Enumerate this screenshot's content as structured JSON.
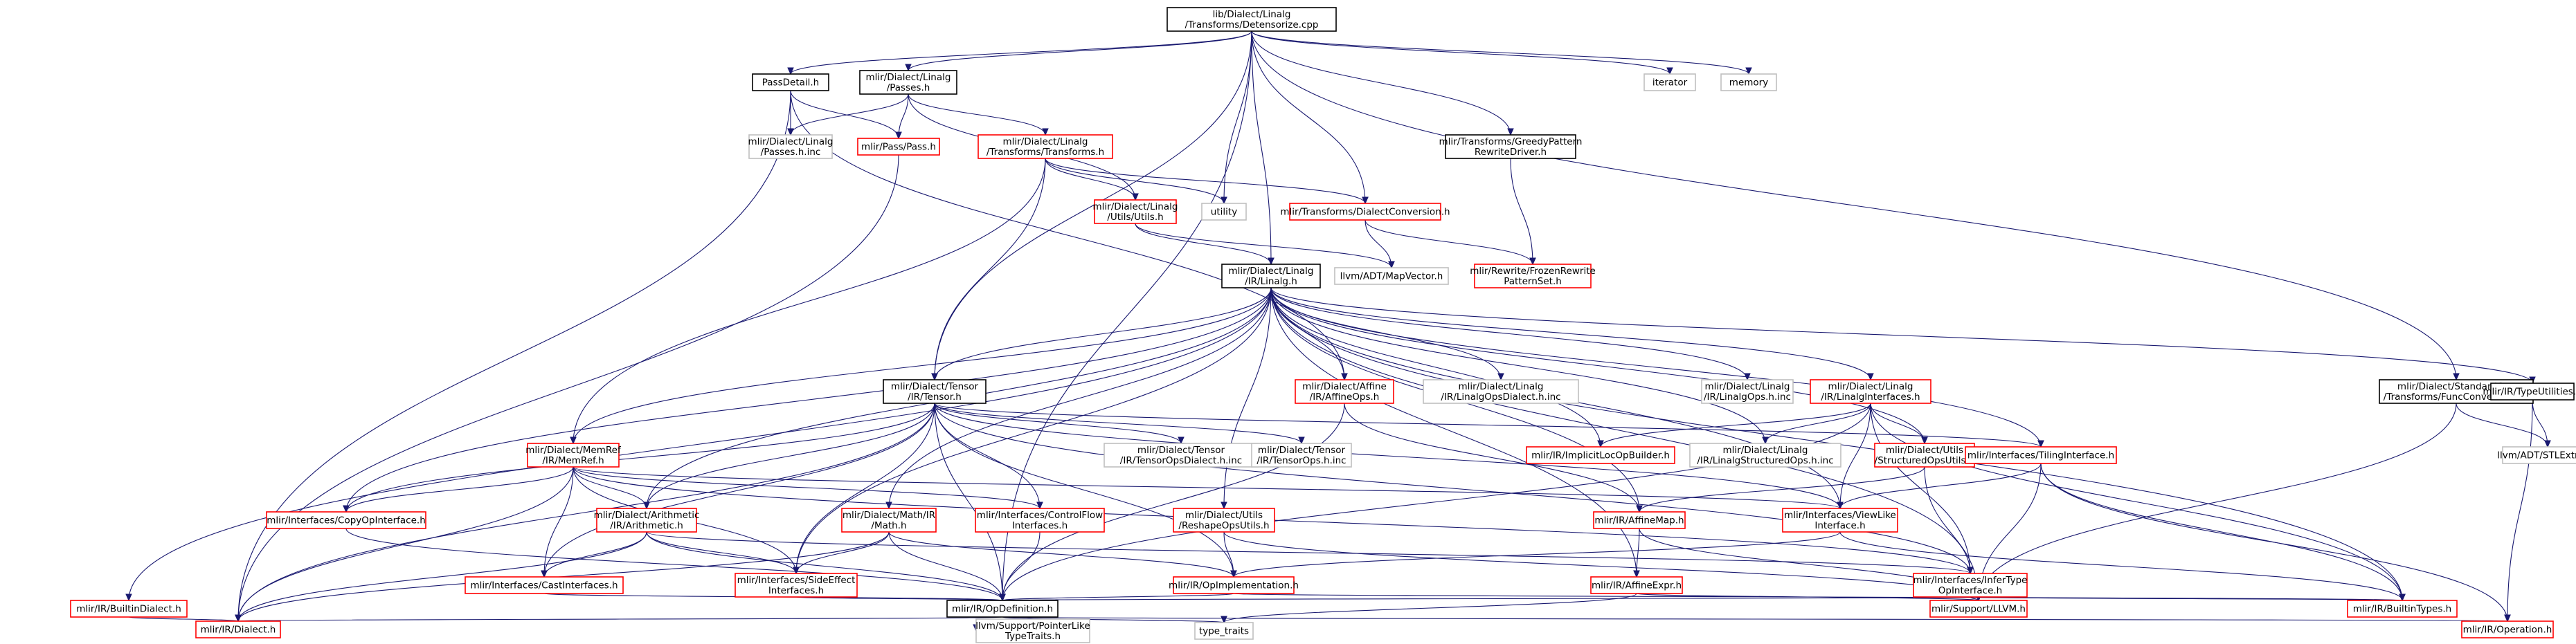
{
  "colors": {
    "root_fill": "#bfbfbf",
    "edge": "#191970",
    "documented_border": "#000000",
    "incomplete_border": "#ff0000",
    "external_border": "#bfbfbf"
  },
  "nodes": {
    "root": {
      "lines": [
        "lib/Dialect/Linalg",
        "/Transforms/Detensorize.cpp"
      ],
      "kind": "root"
    },
    "passdetail": {
      "lines": [
        "PassDetail.h"
      ],
      "kind": "documented"
    },
    "linalg_passes": {
      "lines": [
        "mlir/Dialect/Linalg",
        "/Passes.h"
      ],
      "kind": "documented"
    },
    "iterator": {
      "lines": [
        "iterator"
      ],
      "kind": "external"
    },
    "memory": {
      "lines": [
        "memory"
      ],
      "kind": "external"
    },
    "passes_inc": {
      "lines": [
        "mlir/Dialect/Linalg",
        "/Passes.h.inc"
      ],
      "kind": "external"
    },
    "pass_h": {
      "lines": [
        "mlir/Pass/Pass.h"
      ],
      "kind": "incomplete"
    },
    "linalg_transforms": {
      "lines": [
        "mlir/Dialect/Linalg",
        "/Transforms/Transforms.h"
      ],
      "kind": "incomplete"
    },
    "greedy": {
      "lines": [
        "mlir/Transforms/GreedyPattern",
        "RewriteDriver.h"
      ],
      "kind": "documented"
    },
    "utility": {
      "lines": [
        "utility"
      ],
      "kind": "external"
    },
    "linalg_utils": {
      "lines": [
        "mlir/Dialect/Linalg",
        "/Utils/Utils.h"
      ],
      "kind": "incomplete"
    },
    "dialect_conversion": {
      "lines": [
        "mlir/Transforms/DialectConversion.h"
      ],
      "kind": "incomplete"
    },
    "frozen": {
      "lines": [
        "mlir/Rewrite/FrozenRewrite",
        "PatternSet.h"
      ],
      "kind": "incomplete"
    },
    "mapvector": {
      "lines": [
        "llvm/ADT/MapVector.h"
      ],
      "kind": "external"
    },
    "linalg_ir": {
      "lines": [
        "mlir/Dialect/Linalg",
        "/IR/Linalg.h"
      ],
      "kind": "documented"
    },
    "tensor": {
      "lines": [
        "mlir/Dialect/Tensor",
        "/IR/Tensor.h"
      ],
      "kind": "documented"
    },
    "affineops": {
      "lines": [
        "mlir/Dialect/Affine",
        "/IR/AffineOps.h"
      ],
      "kind": "incomplete"
    },
    "linalgopsdialect_inc": {
      "lines": [
        "mlir/Dialect/Linalg",
        "/IR/LinalgOpsDialect.h.inc"
      ],
      "kind": "external"
    },
    "linalgops_inc": {
      "lines": [
        "mlir/Dialect/Linalg",
        "/IR/LinalgOps.h.inc"
      ],
      "kind": "external"
    },
    "linalginterfaces": {
      "lines": [
        "mlir/Dialect/Linalg",
        "/IR/LinalgInterfaces.h"
      ],
      "kind": "incomplete"
    },
    "funcconversions": {
      "lines": [
        "mlir/Dialect/StandardOps",
        "/Transforms/FuncConversions.h"
      ],
      "kind": "documented"
    },
    "typeutilities": {
      "lines": [
        "mlir/IR/TypeUtilities.h"
      ],
      "kind": "documented"
    },
    "memref": {
      "lines": [
        "mlir/Dialect/MemRef",
        "/IR/MemRef.h"
      ],
      "kind": "incomplete"
    },
    "tensoropsdialect_inc": {
      "lines": [
        "mlir/Dialect/Tensor",
        "/IR/TensorOpsDialect.h.inc"
      ],
      "kind": "external"
    },
    "tensorops_inc": {
      "lines": [
        "mlir/Dialect/Tensor",
        "/IR/TensorOps.h.inc"
      ],
      "kind": "external"
    },
    "implicitloc": {
      "lines": [
        "mlir/IR/ImplicitLocOpBuilder.h"
      ],
      "kind": "incomplete"
    },
    "linalgstructured_inc": {
      "lines": [
        "mlir/Dialect/Linalg",
        "/IR/LinalgStructuredOps.h.inc"
      ],
      "kind": "external"
    },
    "structuredopsutils": {
      "lines": [
        "mlir/Dialect/Utils",
        "/StructuredOpsUtils.h"
      ],
      "kind": "incomplete"
    },
    "tilinginterface": {
      "lines": [
        "mlir/Interfaces/TilingInterface.h"
      ],
      "kind": "incomplete"
    },
    "stlextras": {
      "lines": [
        "llvm/ADT/STLExtras.h"
      ],
      "kind": "external"
    },
    "copyop": {
      "lines": [
        "mlir/Interfaces/CopyOpInterface.h"
      ],
      "kind": "incomplete"
    },
    "arithmetic": {
      "lines": [
        "mlir/Dialect/Arithmetic",
        "/IR/Arithmetic.h"
      ],
      "kind": "incomplete"
    },
    "math": {
      "lines": [
        "mlir/Dialect/Math/IR",
        "/Math.h"
      ],
      "kind": "incomplete"
    },
    "controlflow": {
      "lines": [
        "mlir/Interfaces/ControlFlow",
        "Interfaces.h"
      ],
      "kind": "incomplete"
    },
    "reshapeops": {
      "lines": [
        "mlir/Dialect/Utils",
        "/ReshapeOpsUtils.h"
      ],
      "kind": "incomplete"
    },
    "affinemap": {
      "lines": [
        "mlir/IR/AffineMap.h"
      ],
      "kind": "incomplete"
    },
    "viewlike": {
      "lines": [
        "mlir/Interfaces/ViewLike",
        "Interface.h"
      ],
      "kind": "incomplete"
    },
    "castinterfaces": {
      "lines": [
        "mlir/Interfaces/CastInterfaces.h"
      ],
      "kind": "incomplete"
    },
    "sideeffect": {
      "lines": [
        "mlir/Interfaces/SideEffect",
        "Interfaces.h"
      ],
      "kind": "incomplete"
    },
    "opimpl": {
      "lines": [
        "mlir/IR/OpImplementation.h"
      ],
      "kind": "incomplete"
    },
    "affineexpr": {
      "lines": [
        "mlir/IR/AffineExpr.h"
      ],
      "kind": "incomplete"
    },
    "infertype": {
      "lines": [
        "mlir/Interfaces/InferType",
        "OpInterface.h"
      ],
      "kind": "incomplete"
    },
    "builtindialect": {
      "lines": [
        "mlir/IR/BuiltinDialect.h"
      ],
      "kind": "incomplete"
    },
    "opdefinition": {
      "lines": [
        "mlir/IR/OpDefinition.h"
      ],
      "kind": "documented"
    },
    "supportllvm": {
      "lines": [
        "mlir/Support/LLVM.h"
      ],
      "kind": "incomplete"
    },
    "builtintypes": {
      "lines": [
        "mlir/IR/BuiltinTypes.h"
      ],
      "kind": "incomplete"
    },
    "dialect": {
      "lines": [
        "mlir/IR/Dialect.h"
      ],
      "kind": "incomplete"
    },
    "pointerlike": {
      "lines": [
        "llvm/Support/PointerLike",
        "TypeTraits.h"
      ],
      "kind": "external"
    },
    "type_traits": {
      "lines": [
        "type_traits"
      ],
      "kind": "external"
    },
    "operation": {
      "lines": [
        "mlir/IR/Operation.h"
      ],
      "kind": "incomplete"
    }
  },
  "edges": [
    [
      "root",
      "passdetail"
    ],
    [
      "root",
      "linalg_passes"
    ],
    [
      "root",
      "iterator"
    ],
    [
      "root",
      "memory"
    ],
    [
      "root",
      "greedy"
    ],
    [
      "root",
      "utility"
    ],
    [
      "root",
      "linalg_ir"
    ],
    [
      "root",
      "tensor"
    ],
    [
      "root",
      "dialect_conversion"
    ],
    [
      "root",
      "funcconversions"
    ],
    [
      "root",
      "opdefinition"
    ],
    [
      "passdetail",
      "passes_inc"
    ],
    [
      "passdetail",
      "pass_h"
    ],
    [
      "passdetail",
      "affineops"
    ],
    [
      "passdetail",
      "dialect"
    ],
    [
      "linalg_passes",
      "passes_inc"
    ],
    [
      "linalg_passes",
      "pass_h"
    ],
    [
      "linalg_passes",
      "linalg_transforms"
    ],
    [
      "linalg_passes",
      "linalg_utils"
    ],
    [
      "pass_h",
      "dialect"
    ],
    [
      "linalg_transforms",
      "linalg_utils"
    ],
    [
      "linalg_transforms",
      "utility"
    ],
    [
      "linalg_transforms",
      "dialect_conversion"
    ],
    [
      "linalg_transforms",
      "tensor"
    ],
    [
      "linalg_transforms",
      "memref"
    ],
    [
      "greedy",
      "frozen"
    ],
    [
      "dialect_conversion",
      "frozen"
    ],
    [
      "dialect_conversion",
      "mapvector"
    ],
    [
      "linalg_utils",
      "linalg_ir"
    ],
    [
      "linalg_utils",
      "mapvector"
    ],
    [
      "linalg_ir",
      "tensor"
    ],
    [
      "linalg_ir",
      "affineops"
    ],
    [
      "linalg_ir",
      "linalgopsdialect_inc"
    ],
    [
      "linalg_ir",
      "linalgops_inc"
    ],
    [
      "linalg_ir",
      "linalginterfaces"
    ],
    [
      "linalg_ir",
      "typeutilities"
    ],
    [
      "linalg_ir",
      "memref"
    ],
    [
      "linalg_ir",
      "implicitloc"
    ],
    [
      "linalg_ir",
      "linalgstructured_inc"
    ],
    [
      "linalg_ir",
      "structuredopsutils"
    ],
    [
      "linalg_ir",
      "tilinginterface"
    ],
    [
      "linalg_ir",
      "copyop"
    ],
    [
      "linalg_ir",
      "arithmetic"
    ],
    [
      "linalg_ir",
      "math"
    ],
    [
      "linalg_ir",
      "reshapeops"
    ],
    [
      "linalg_ir",
      "viewlike"
    ],
    [
      "linalg_ir",
      "sideeffect"
    ],
    [
      "linalg_ir",
      "affineexpr"
    ],
    [
      "linalg_ir",
      "infertype"
    ],
    [
      "linalg_ir",
      "builtindialect"
    ],
    [
      "linalg_ir",
      "builtintypes"
    ],
    [
      "linalg_ir",
      "affinemap"
    ],
    [
      "tensor",
      "tensoropsdialect_inc"
    ],
    [
      "tensor",
      "tensorops_inc"
    ],
    [
      "tensor",
      "arithmetic"
    ],
    [
      "tensor",
      "controlflow"
    ],
    [
      "tensor",
      "castinterfaces"
    ],
    [
      "tensor",
      "sideeffect"
    ],
    [
      "tensor",
      "infertype"
    ],
    [
      "tensor",
      "tilinginterface"
    ],
    [
      "tensor",
      "opdefinition"
    ],
    [
      "tensor",
      "dialect"
    ],
    [
      "tensor",
      "opimpl"
    ],
    [
      "tensor",
      "viewlike"
    ],
    [
      "tensor",
      "copyop"
    ],
    [
      "affineops",
      "affinemap"
    ],
    [
      "affineops",
      "opdefinition"
    ],
    [
      "linalginterfaces",
      "implicitloc"
    ],
    [
      "linalginterfaces",
      "structuredopsutils"
    ],
    [
      "linalginterfaces",
      "linalgstructured_inc"
    ],
    [
      "linalginterfaces",
      "viewlike"
    ],
    [
      "linalginterfaces",
      "infertype"
    ],
    [
      "linalginterfaces",
      "builtintypes"
    ],
    [
      "linalginterfaces",
      "opdefinition"
    ],
    [
      "funcconversions",
      "stlextras"
    ],
    [
      "funcconversions",
      "supportllvm"
    ],
    [
      "typeutilities",
      "stlextras"
    ],
    [
      "typeutilities",
      "operation"
    ],
    [
      "memref",
      "copyop"
    ],
    [
      "memref",
      "arithmetic"
    ],
    [
      "memref",
      "castinterfaces"
    ],
    [
      "memref",
      "sideeffect"
    ],
    [
      "memref",
      "controlflow"
    ],
    [
      "memref",
      "viewlike"
    ],
    [
      "memref",
      "dialect"
    ],
    [
      "memref",
      "infertype"
    ],
    [
      "structuredopsutils",
      "affinemap"
    ],
    [
      "structuredopsutils",
      "supportllvm"
    ],
    [
      "tilinginterface",
      "viewlike"
    ],
    [
      "tilinginterface",
      "supportllvm"
    ],
    [
      "tilinginterface",
      "builtintypes"
    ],
    [
      "tilinginterface",
      "operation"
    ],
    [
      "copyop",
      "opdefinition"
    ],
    [
      "arithmetic",
      "castinterfaces"
    ],
    [
      "arithmetic",
      "sideeffect"
    ],
    [
      "arithmetic",
      "opdefinition"
    ],
    [
      "arithmetic",
      "dialect"
    ],
    [
      "arithmetic",
      "infertype"
    ],
    [
      "math",
      "opdefinition"
    ],
    [
      "math",
      "sideeffect"
    ],
    [
      "math",
      "opimpl"
    ],
    [
      "math",
      "dialect"
    ],
    [
      "controlflow",
      "opdefinition"
    ],
    [
      "reshapeops",
      "opimpl"
    ],
    [
      "reshapeops",
      "supportllvm"
    ],
    [
      "affinemap",
      "affineexpr"
    ],
    [
      "affinemap",
      "supportllvm"
    ],
    [
      "viewlike",
      "opimpl"
    ],
    [
      "viewlike",
      "builtintypes"
    ],
    [
      "castinterfaces",
      "opdefinition"
    ],
    [
      "sideeffect",
      "opdefinition"
    ],
    [
      "opimpl",
      "opdefinition"
    ],
    [
      "opimpl",
      "builtintypes"
    ],
    [
      "affineexpr",
      "supportllvm"
    ],
    [
      "affineexpr",
      "type_traits"
    ],
    [
      "infertype",
      "opdefinition"
    ],
    [
      "infertype",
      "supportllvm"
    ],
    [
      "infertype",
      "builtintypes"
    ],
    [
      "builtindialect",
      "dialect"
    ],
    [
      "opdefinition",
      "dialect"
    ],
    [
      "opdefinition",
      "pointerlike"
    ],
    [
      "opdefinition",
      "type_traits"
    ],
    [
      "opdefinition",
      "operation"
    ]
  ]
}
